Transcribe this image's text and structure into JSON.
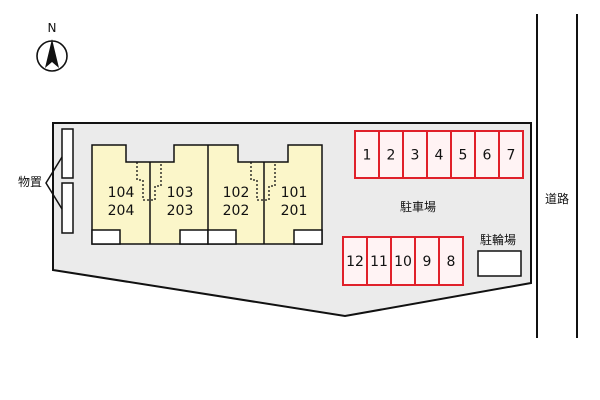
{
  "compass": {
    "north_label": "N"
  },
  "labels": {
    "storage": "物置",
    "road": "道路",
    "parking": "駐車場",
    "bicycle_parking": "駐輪場"
  },
  "units": [
    {
      "lower": "104",
      "upper": "204"
    },
    {
      "lower": "103",
      "upper": "203"
    },
    {
      "lower": "102",
      "upper": "202"
    },
    {
      "lower": "101",
      "upper": "201"
    }
  ],
  "parking_top": [
    "1",
    "2",
    "3",
    "4",
    "5",
    "6",
    "7"
  ],
  "parking_bottom": [
    "12",
    "11",
    "10",
    "9",
    "8"
  ],
  "colors": {
    "building_fill": "#fbf6c9",
    "site_fill": "#ebebeb",
    "parking_stroke": "#e0202a",
    "parking_fill": "#fff3f4",
    "line": "#111111"
  }
}
